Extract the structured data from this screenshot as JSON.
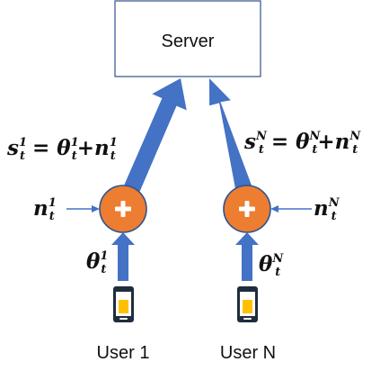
{
  "server": {
    "label": "Server"
  },
  "users": [
    {
      "label": "User 1",
      "sum_label": {
        "s": "s",
        "sup": "1",
        "sub": "t",
        "eq": "=",
        "theta": "θ",
        "plus": "+",
        "n": "n"
      },
      "noise_label": {
        "n": "n",
        "sup": "1",
        "sub": "t"
      },
      "param_label": {
        "theta": "θ",
        "sup": "1",
        "sub": "t"
      }
    },
    {
      "label": "User N",
      "sum_label": {
        "s": "s",
        "sup": "N",
        "sub": "t",
        "eq": "=",
        "theta": "θ",
        "plus": "+",
        "n": "n"
      },
      "noise_label": {
        "n": "n",
        "sup": "N",
        "sub": "t"
      },
      "param_label": {
        "theta": "θ",
        "sup": "N",
        "sub": "t"
      }
    }
  ],
  "colors": {
    "arrow": "#4472C4",
    "adder": "#ED7D31",
    "adder_outline": "#2F528F",
    "server_border": "#2F528F",
    "phone_body": "#1F2D3D",
    "phone_screen": "#FFC000"
  }
}
